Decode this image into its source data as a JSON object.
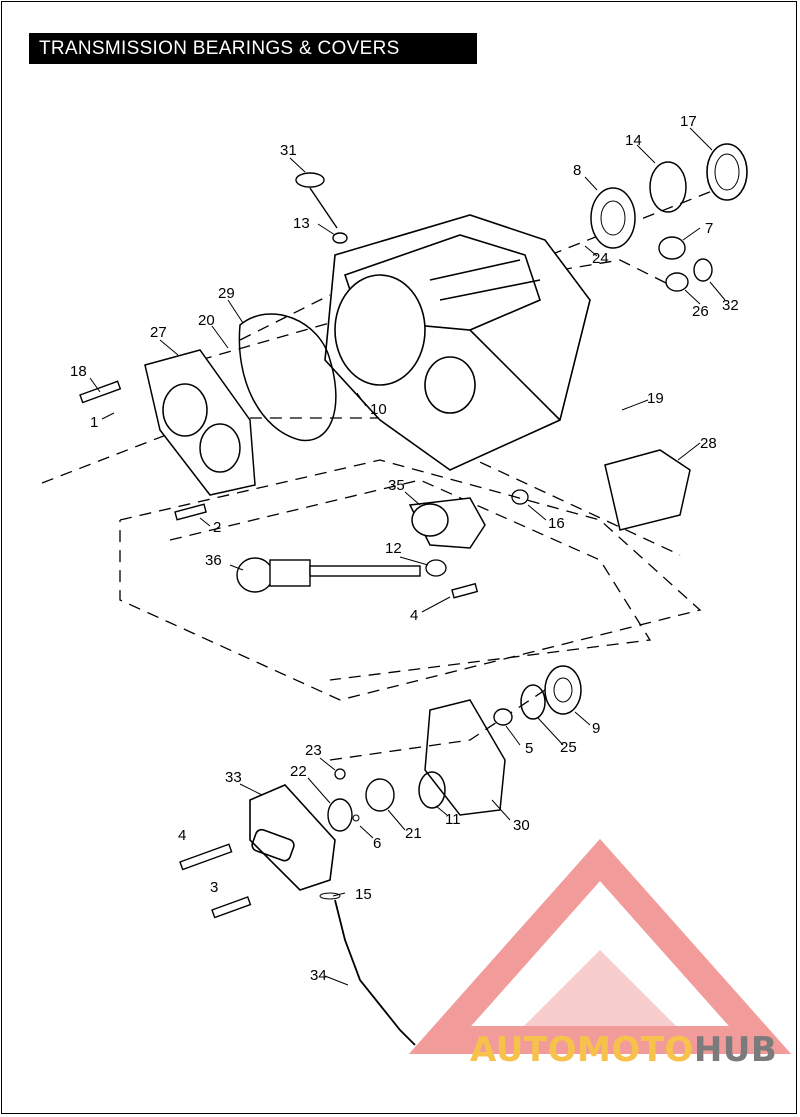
{
  "title": "TRANSMISSION BEARINGS & COVERS",
  "brand": {
    "part1": "AUTO",
    "part2": "MOTO",
    "part3": "HUB"
  },
  "colors": {
    "brand_yellow": "#f6c24b",
    "brand_gray": "#7b7b7b",
    "logo_red": "#f08a8a"
  },
  "labels": [
    "31",
    "13",
    "8",
    "14",
    "17",
    "7",
    "24",
    "26",
    "32",
    "29",
    "27",
    "20",
    "18",
    "1",
    "10",
    "19",
    "28",
    "35",
    "16",
    "2",
    "12",
    "36",
    "4",
    "5",
    "25",
    "9",
    "23",
    "22",
    "33",
    "21",
    "11",
    "30",
    "6",
    "4",
    "3",
    "15",
    "34"
  ]
}
